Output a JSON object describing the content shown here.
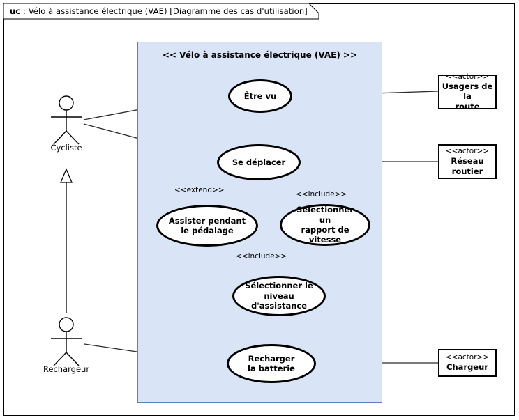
{
  "frame": {
    "kind_label": "uc",
    "separator": " : ",
    "title": "Vélo à assistance électrique (VAE) [Diagramme des cas d'utilisation]"
  },
  "system": {
    "title": "<< Vélo à assistance électrique (VAE) >>",
    "fill_color": "#d9e5f7",
    "border_color": "#5b80b5"
  },
  "use_cases": [
    {
      "id": "etre-vu",
      "line1": "Être vu",
      "line2": ""
    },
    {
      "id": "se-deplacer",
      "line1": "Se déplacer",
      "line2": ""
    },
    {
      "id": "assister-pedalage",
      "line1": "Assister pendant",
      "line2": "le pédalage"
    },
    {
      "id": "rapport-vitesse",
      "line1": "Sélectionner un",
      "line2": "rapport de vitesse"
    },
    {
      "id": "niveau-assistance",
      "line1": "Sélectionner le",
      "line2": "niveau d'assistance"
    },
    {
      "id": "recharger-batterie",
      "line1": "Recharger",
      "line2": "la batterie"
    }
  ],
  "external_actors": [
    {
      "id": "usagers-route",
      "stereotype": "<<actor>>",
      "line1": "Usagers de la",
      "line2": "route"
    },
    {
      "id": "reseau-routier",
      "stereotype": "<<actor>>",
      "line1": "Réseau",
      "line2": "routier"
    },
    {
      "id": "chargeur",
      "stereotype": "<<actor>>",
      "line1": "Chargeur",
      "line2": ""
    }
  ],
  "stick_actors": [
    {
      "id": "cycliste",
      "label": "Cycliste"
    },
    {
      "id": "rechargeur",
      "label": "Rechargeur"
    }
  ],
  "relationships": [
    {
      "id": "extend-pedalage",
      "label": "<<extend>>"
    },
    {
      "id": "include-vitesse",
      "label": "<<include>>"
    },
    {
      "id": "include-niveau",
      "label": "<<include>>"
    }
  ],
  "colors": {
    "stroke": "#000000",
    "line": "#2b2b2b",
    "dashed": "#3a3a3a"
  }
}
